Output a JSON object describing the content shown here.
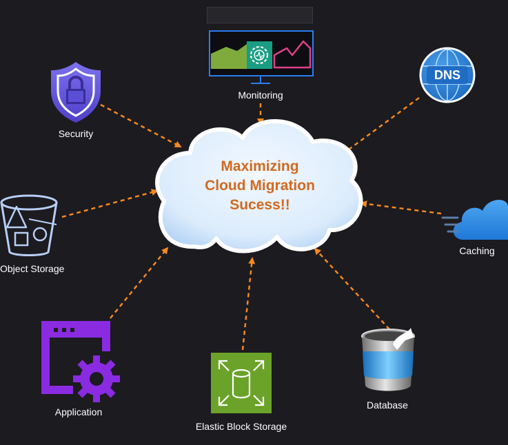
{
  "center": {
    "title_lines": [
      "Maximizing",
      "Cloud Migration",
      "Sucess!!"
    ],
    "title_color": "#d2691e"
  },
  "nodes": {
    "monitoring": {
      "label": "Monitoring",
      "icon": "monitoring-dashboard-icon"
    },
    "dns": {
      "label": "DNS",
      "icon": "dns-globe-icon"
    },
    "security": {
      "label": "Security",
      "icon": "security-shield-lock-icon"
    },
    "object_storage": {
      "label": "Object Storage",
      "icon": "bucket-icon"
    },
    "caching": {
      "label": "Caching",
      "icon": "fast-cloud-icon"
    },
    "application": {
      "label": "Application",
      "icon": "window-gear-icon"
    },
    "elastic_block_storage": {
      "label": "Elastic Block Storage",
      "icon": "block-volume-icon"
    },
    "database": {
      "label": "Database",
      "icon": "database-bin-icon"
    }
  },
  "colors": {
    "background": "#1c1b20",
    "arrow": "#f5891f",
    "cloud_fill": "#e3f0fd",
    "app_purple": "#8a2be2",
    "ebs_green": "#6ba32a"
  }
}
